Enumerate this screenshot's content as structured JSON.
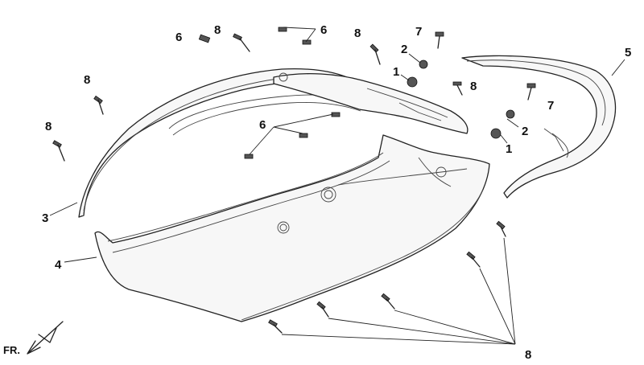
{
  "diagram": {
    "callouts": {
      "p1a": "1",
      "p1b": "1",
      "p2a": "2",
      "p2b": "2",
      "p3": "3",
      "p4": "4",
      "p5": "5",
      "p6a": "6",
      "p6b": "6",
      "p6c": "6",
      "p7a": "7",
      "p7b": "7",
      "p8a": "8",
      "p8b": "8",
      "p8c": "8",
      "p8d": "8",
      "p8e": "8",
      "p8f": "8"
    },
    "direction_label": "FR."
  }
}
